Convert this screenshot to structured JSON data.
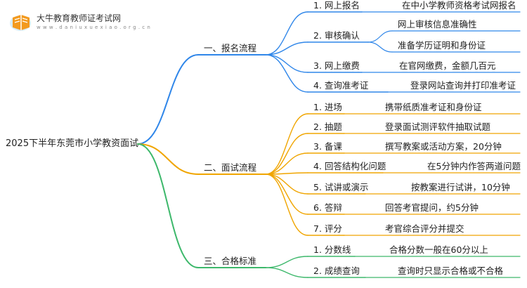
{
  "logo": {
    "name": "大牛教育教师证考试网",
    "url": "w w w . d a n i u x u e x i a o . o r g . c n"
  },
  "root": "2025下半年东莞市小学教资面试",
  "branches": [
    {
      "label": "一、报名流程",
      "color": "#2f86e9",
      "items": [
        {
          "label": "1. 网上报名",
          "details": [
            "在中小学教师资格考试网报名"
          ]
        },
        {
          "label": "2. 审核确认",
          "details": [
            "网上审核信息准确性",
            "准备学历证明和身份证"
          ]
        },
        {
          "label": "3. 网上缴费",
          "details": [
            "在官网缴费，金额几百元"
          ]
        },
        {
          "label": "4. 查询准考证",
          "details": [
            "登录网站查询并打印准考证"
          ]
        }
      ]
    },
    {
      "label": "二、面试流程",
      "color": "#f0a500",
      "items": [
        {
          "label": "1. 进场",
          "details": [
            "携带纸质准考证和身份证"
          ]
        },
        {
          "label": "2. 抽题",
          "details": [
            "登录面试测评软件抽取试题"
          ]
        },
        {
          "label": "3. 备课",
          "details": [
            "撰写教案或活动方案，20分钟"
          ]
        },
        {
          "label": "4. 回答结构化问题",
          "details": [
            "在5分钟内作答两道问题"
          ]
        },
        {
          "label": "5. 试讲或演示",
          "details": [
            "按教案进行试讲，10分钟"
          ]
        },
        {
          "label": "6. 答辩",
          "details": [
            "回答考官提问，约5分钟"
          ]
        },
        {
          "label": "7. 评分",
          "details": [
            "考官综合评分并提交"
          ]
        }
      ]
    },
    {
      "label": "三、合格标准",
      "color": "#3db86b",
      "items": [
        {
          "label": "1. 分数线",
          "details": [
            "合格分数一般在60分以上"
          ]
        },
        {
          "label": "2. 成绩查询",
          "details": [
            "查询时只显示合格或不合格"
          ]
        }
      ]
    }
  ]
}
